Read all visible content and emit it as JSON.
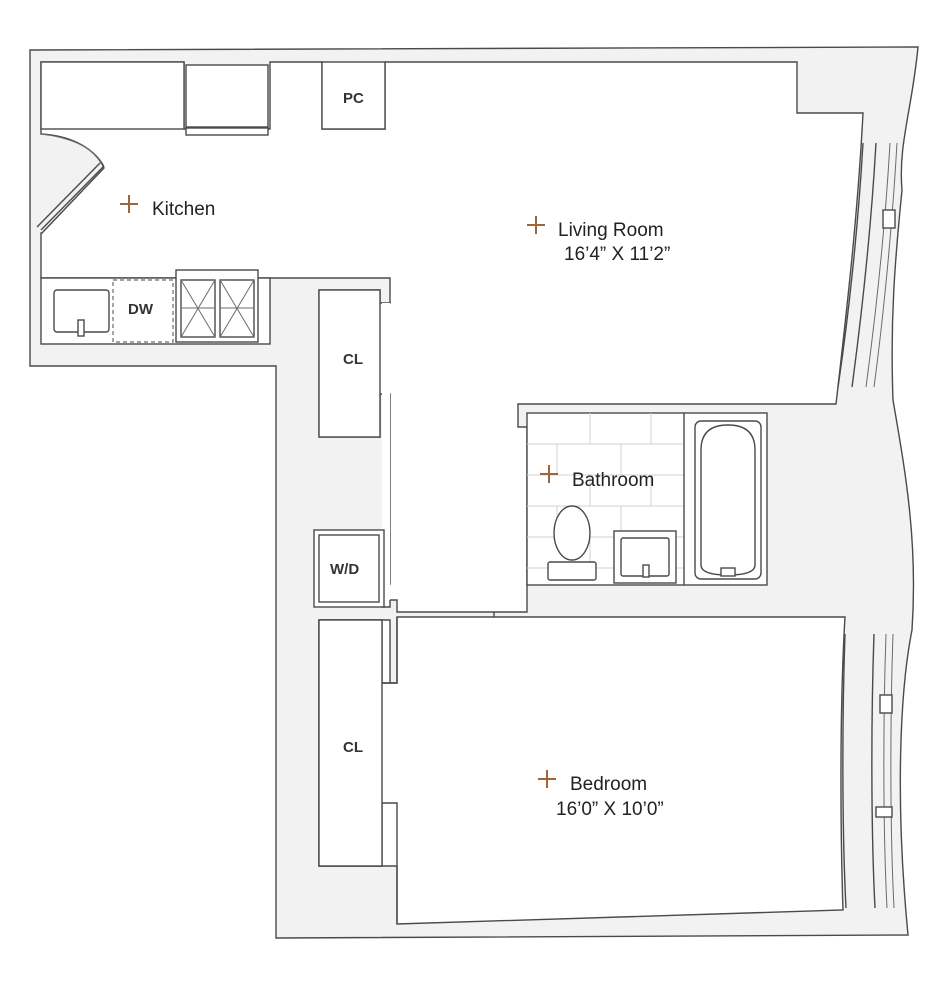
{
  "rooms": {
    "kitchen": {
      "name": "Kitchen"
    },
    "living": {
      "name": "Living Room",
      "size": "16’4” X 11’2”"
    },
    "bathroom": {
      "name": "Bathroom"
    },
    "bedroom": {
      "name": "Bedroom",
      "size": "16’0” X 10’0”"
    }
  },
  "fixtures": {
    "pc": "PC",
    "dw": "DW",
    "closet_top": "CL",
    "closet_bottom": "CL",
    "washer_dryer": "W/D"
  },
  "colors": {
    "marker": "#a0643a",
    "wall": "#f2f2f3",
    "line": "#4a4a4d"
  }
}
